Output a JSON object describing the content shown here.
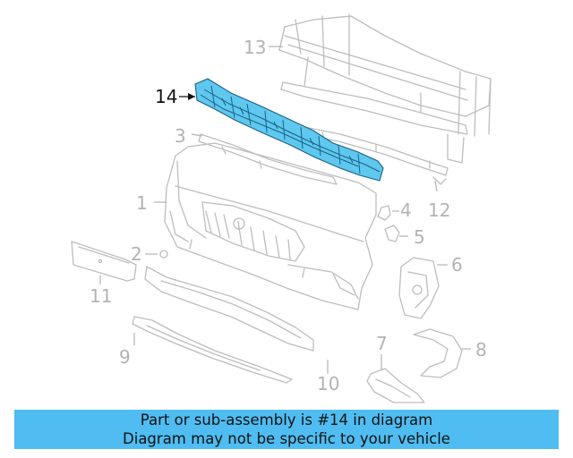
{
  "callouts": {
    "c1": "1",
    "c2": "2",
    "c3": "3",
    "c4": "4",
    "c5": "5",
    "c6": "6",
    "c7": "7",
    "c8": "8",
    "c9": "9",
    "c10": "10",
    "c11": "11",
    "c12": "12",
    "c13": "13",
    "c14": "14"
  },
  "colors": {
    "highlight": "#5ec8ee",
    "banner": "#4fbdf2"
  },
  "banner": {
    "line1": "Part or sub-assembly is #14 in diagram",
    "line2": "Diagram may not be specific to your vehicle"
  }
}
